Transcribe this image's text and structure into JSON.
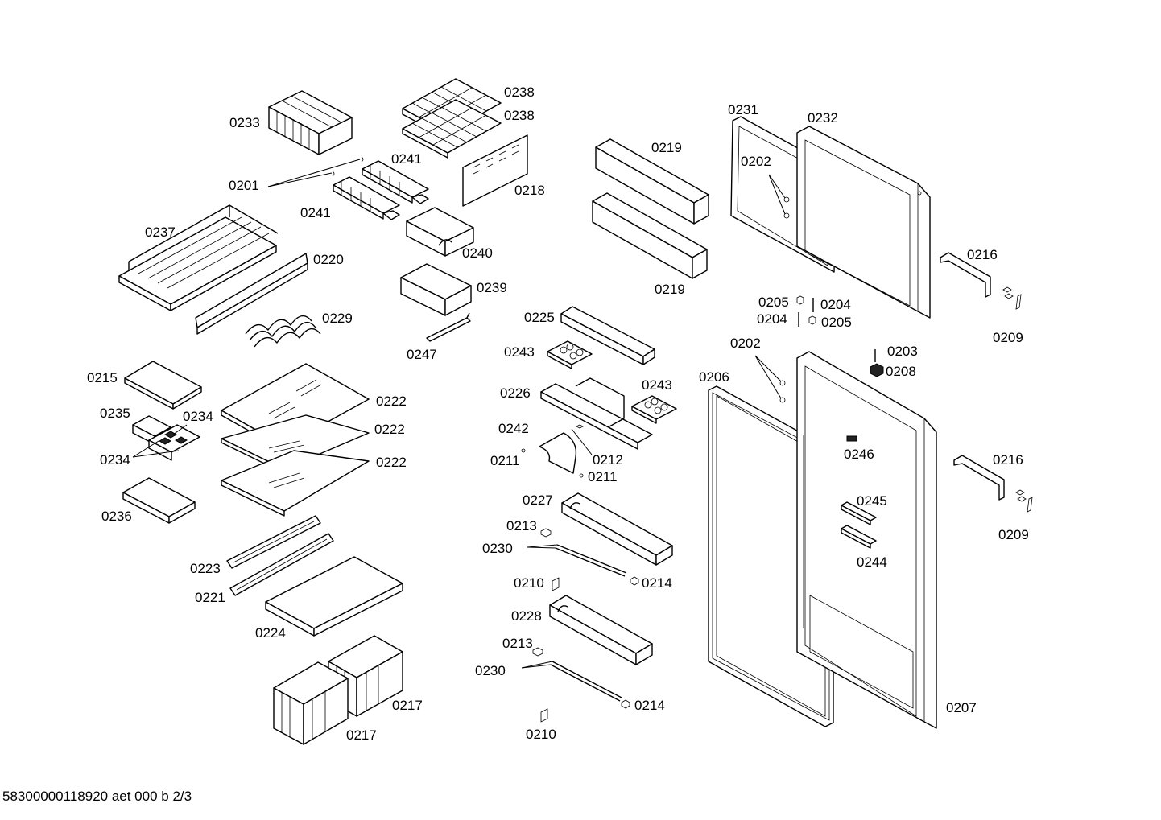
{
  "labels": {
    "l0233": "0233",
    "l0238a": "0238",
    "l0238b": "0238",
    "l0241a": "0241",
    "l0201": "0201",
    "l0218": "0218",
    "l0241b": "0241",
    "l0237": "0237",
    "l0240": "0240",
    "l0220": "0220",
    "l0239": "0239",
    "l0229": "0229",
    "l0247": "0247",
    "l0215": "0215",
    "l0222a": "0222",
    "l0235": "0235",
    "l0234a": "0234",
    "l0222b": "0222",
    "l0234b": "0234",
    "l0222c": "0222",
    "l0236": "0236",
    "l0223": "0223",
    "l0221": "0221",
    "l0224": "0224",
    "l0217a": "0217",
    "l0217b": "0217",
    "l0219a": "0219",
    "l0219b": "0219",
    "l0225": "0225",
    "l0243a": "0243",
    "l0226": "0226",
    "l0243b": "0243",
    "l0242": "0242",
    "l0211a": "0211",
    "l0212": "0212",
    "l0211b": "0211",
    "l0227": "0227",
    "l0213a": "0213",
    "l0230a": "0230",
    "l0210a": "0210",
    "l0214a": "0214",
    "l0228": "0228",
    "l0213b": "0213",
    "l0230b": "0230",
    "l0214b": "0214",
    "l0210b": "0210",
    "l0231": "0231",
    "l0232": "0232",
    "l0202a": "0202",
    "l0216a": "0216",
    "l0205a": "0205",
    "l0204a": "0204",
    "l0204b": "0204",
    "l0205b": "0205",
    "l0209a": "0209",
    "l0202b": "0202",
    "l0203": "0203",
    "l0208": "0208",
    "l0206": "0206",
    "l0246": "0246",
    "l0216b": "0216",
    "l0245": "0245",
    "l0209b": "0209",
    "l0244": "0244",
    "l0207": "0207"
  },
  "footer": "58300000118920 aet 000 b 2/3"
}
